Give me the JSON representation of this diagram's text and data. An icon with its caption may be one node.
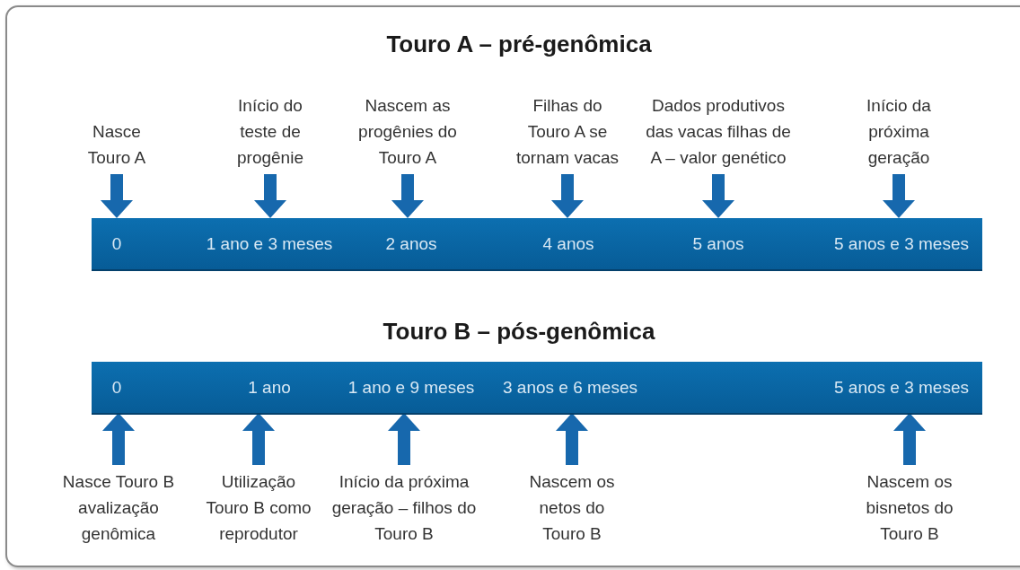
{
  "diagram": {
    "nodes": [
      {
        "text": [
          "Nasce Touro A"
        ]
      },
      {
        "text": [
          "Início do teste de progênie"
        ]
      },
      {
        "text": [
          "Nascem as progênies do Touro A"
        ]
      },
      {
        "text": [
          "Filhas do Touro A se tornam vacas"
        ]
      },
      {
        "text": [
          "Dados produtivos das vacas filhas de A – valor genético"
        ]
      },
      {
        "text": [
          "Início da próxima geração"
        ]
      },
      {
        "text": [],
        "shape": "bar"
      },
      {
        "text": [
          "0"
        ],
        "in": 6
      },
      {
        "text": [
          "1 ano e 3 meses"
        ],
        "in": 6
      },
      {
        "text": [
          "2 anos"
        ],
        "in": 6
      },
      {
        "text": [
          "4 anos"
        ],
        "in": 6
      },
      {
        "text": [
          "5 anos"
        ],
        "in": 6
      },
      {
        "text": [
          "5 anos e 3 meses"
        ],
        "in": 6
      },
      {
        "text": [],
        "shape": "bar"
      },
      {
        "text": [
          "0"
        ],
        "in": 13
      },
      {
        "text": [
          "1 ano"
        ],
        "in": 13
      },
      {
        "text": [
          "1 ano e 9 meses"
        ],
        "in": 13
      },
      {
        "text": [
          "3 anos e 6 meses"
        ],
        "in": 13
      },
      {
        "text": [
          "5 anos e 3 meses"
        ],
        "in": 13
      },
      {
        "text": [
          "Nasce Touro B avalização genômica"
        ]
      },
      {
        "text": [
          "Utilização Touro B como reprodutor"
        ]
      },
      {
        "text": [
          "Início da próxima geração – filhos do Touro B"
        ]
      },
      {
        "text": [
          "Nascem os netos do Touro B"
        ]
      },
      {
        "text": [
          "Nascem os bisnetos do Touro B"
        ]
      }
    ],
    "edges": [
      {
        "from": 0,
        "to": 7,
        "arrow": "to"
      },
      {
        "from": 1,
        "to": 8,
        "arrow": "to"
      },
      {
        "from": 2,
        "to": 9,
        "arrow": "to"
      },
      {
        "from": 3,
        "to": 10,
        "arrow": "to"
      },
      {
        "from": 4,
        "to": 11,
        "arrow": "to"
      },
      {
        "from": 5,
        "to": 12,
        "arrow": "to"
      },
      {
        "from": 19,
        "to": 14,
        "arrow": "to"
      },
      {
        "from": 20,
        "to": 15,
        "arrow": "to"
      },
      {
        "from": 21,
        "to": 16,
        "arrow": "to"
      },
      {
        "from": 22,
        "to": 17,
        "arrow": "to"
      },
      {
        "from": 23,
        "to": 18,
        "arrow": "to"
      }
    ],
    "labels": [
      "Touro A – pré-genômica",
      "Touro B – pós-genômica"
    ]
  }
}
